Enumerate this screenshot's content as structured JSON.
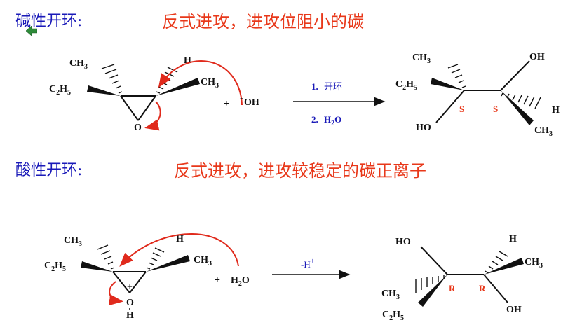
{
  "section_basic": {
    "label": "碱性开环:",
    "description": "反式进攻，进攻位阻小的碳"
  },
  "section_acidic": {
    "label": "酸性开环:",
    "description": "反式进攻，进攻较稳定的碳正离子"
  },
  "reaction1": {
    "reactant": {
      "left_top": "CH3",
      "left": "C2H5",
      "right_top": "H",
      "right": "CH3",
      "oxygen": "O"
    },
    "nucleophile_charge": "-",
    "nucleophile": "OH",
    "plus": "+",
    "step1_number": "1.",
    "step1_text": "开环",
    "step2_number": "2.",
    "step2_text": "H2O",
    "product": {
      "left_top": "CH3",
      "left": "C2H5",
      "left_bottom": "HO",
      "right_top": "OH",
      "right_mid": "H",
      "right_bottom": "CH3",
      "label_left": "S",
      "label_right": "S"
    }
  },
  "reaction2": {
    "reactant": {
      "left_top": "CH3",
      "left": "C2H5",
      "right_top": "H",
      "right": "CH3",
      "oxygen": "O",
      "oxygen_charge": "+",
      "oxygen_h": "H"
    },
    "nucleophile": "H2O",
    "plus": "+",
    "condition": "-H+",
    "product": {
      "left_top": "HO",
      "left_mid": "CH3",
      "left_bottom": "C2H5",
      "right_top": "H",
      "right_mid": "CH3",
      "right_bottom": "OH",
      "label_left": "R",
      "label_right": "R"
    }
  },
  "colors": {
    "label_blue": "#1a1ab8",
    "description_red": "#e8381a",
    "arrow_red": "#e02a1c",
    "back_green": "#2e8b3a"
  },
  "icons": {
    "back": "back-arrow-icon"
  }
}
